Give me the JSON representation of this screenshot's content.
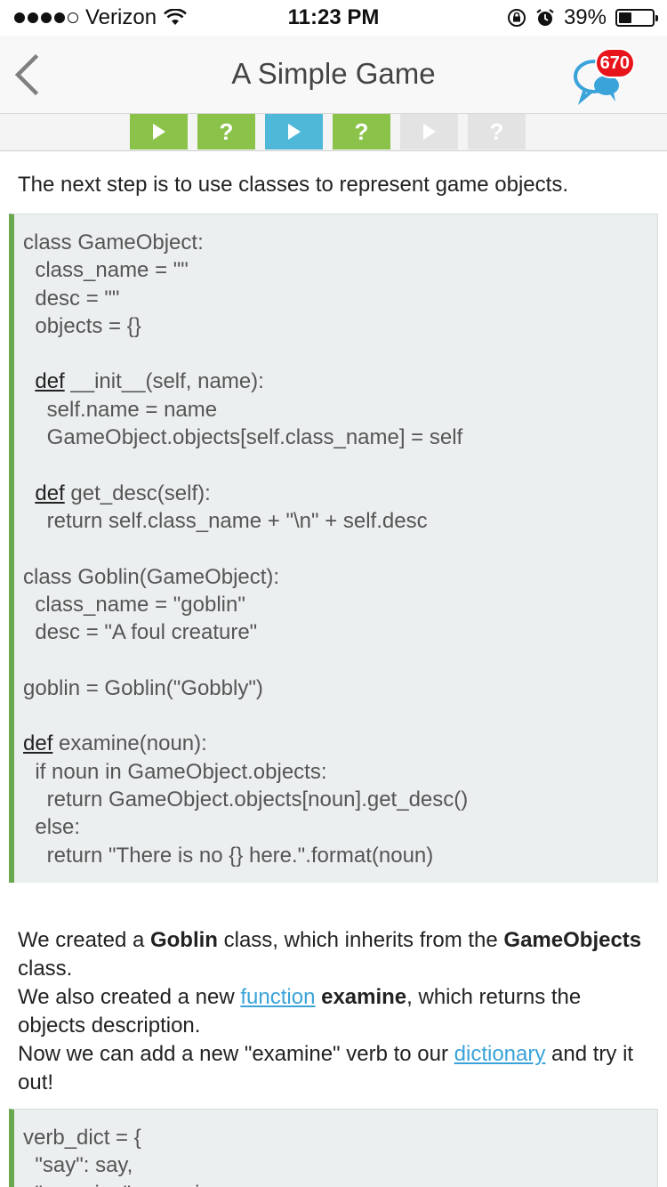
{
  "status_bar": {
    "carrier": "Verizon",
    "time": "11:23 PM",
    "battery": "39%",
    "battery_level": 0.39
  },
  "nav": {
    "title": "A Simple Game",
    "badge_count": "670"
  },
  "progress_tabs": [
    {
      "type": "play",
      "state": "completed"
    },
    {
      "type": "quiz",
      "label": "?",
      "state": "completed"
    },
    {
      "type": "play",
      "state": "current"
    },
    {
      "type": "quiz",
      "label": "?",
      "state": "completed"
    },
    {
      "type": "play",
      "state": "locked"
    },
    {
      "type": "quiz",
      "label": "?",
      "state": "locked"
    }
  ],
  "colors": {
    "green": "#8bc34a",
    "blue": "#4fb8d8",
    "locked": "#e3e3e3",
    "badge": "#e8141b",
    "link": "#3aa3d9",
    "code_border": "#6aa84f",
    "chat_icon": "#3aa3d9"
  },
  "intro_text": "The next step is to use classes to represent game objects.",
  "code_block_1": [
    {
      "indent": "",
      "text": "class GameObject:"
    },
    {
      "indent": "  ",
      "text": "class_name = \"\""
    },
    {
      "indent": "  ",
      "text": "desc = \"\""
    },
    {
      "indent": "  ",
      "text": "objects = {}"
    },
    {
      "indent": "",
      "text": ""
    },
    {
      "indent": "  ",
      "kw": "def",
      "text": " __init__(self, name):"
    },
    {
      "indent": "    ",
      "text": "self.name = name"
    },
    {
      "indent": "    ",
      "text": "GameObject.objects[self.class_name] = self"
    },
    {
      "indent": "",
      "text": ""
    },
    {
      "indent": "  ",
      "kw": "def",
      "text": " get_desc(self):"
    },
    {
      "indent": "    ",
      "text": "return self.class_name + \"\\n\" + self.desc"
    },
    {
      "indent": "",
      "text": ""
    },
    {
      "indent": "",
      "text": "class Goblin(GameObject):"
    },
    {
      "indent": "  ",
      "text": "class_name = \"goblin\""
    },
    {
      "indent": "  ",
      "text": "desc = \"A foul creature\""
    },
    {
      "indent": "",
      "text": ""
    },
    {
      "indent": "",
      "text": "goblin = Goblin(\"Gobbly\")"
    },
    {
      "indent": "",
      "text": ""
    },
    {
      "indent": "",
      "kw": "def",
      "text": " examine(noun):"
    },
    {
      "indent": "  ",
      "text": "if noun in GameObject.objects:"
    },
    {
      "indent": "    ",
      "text": "return GameObject.objects[noun].get_desc()"
    },
    {
      "indent": "  ",
      "text": "else:"
    },
    {
      "indent": "    ",
      "text": "return \"There is no {} here.\".format(noun)"
    }
  ],
  "explanation": {
    "p1_a": "We created a ",
    "p1_b": "Goblin",
    "p1_c": " class, which inherits from the ",
    "p1_d": "GameObjects",
    "p1_e": " class.",
    "p2_a": "We also created a new ",
    "p2_link": "function",
    "p2_b": " ",
    "p2_c": "examine",
    "p2_d": ", which returns the objects description.",
    "p3_a": "Now we can add a new \"examine\" verb to our ",
    "p3_link": "dictionary",
    "p3_b": " and try it out!"
  },
  "code_block_2": [
    {
      "indent": "",
      "text": "verb_dict = {"
    },
    {
      "indent": "  ",
      "text": "\"say\": say,"
    },
    {
      "indent": "  ",
      "text": "\"examine\": examine,"
    }
  ]
}
